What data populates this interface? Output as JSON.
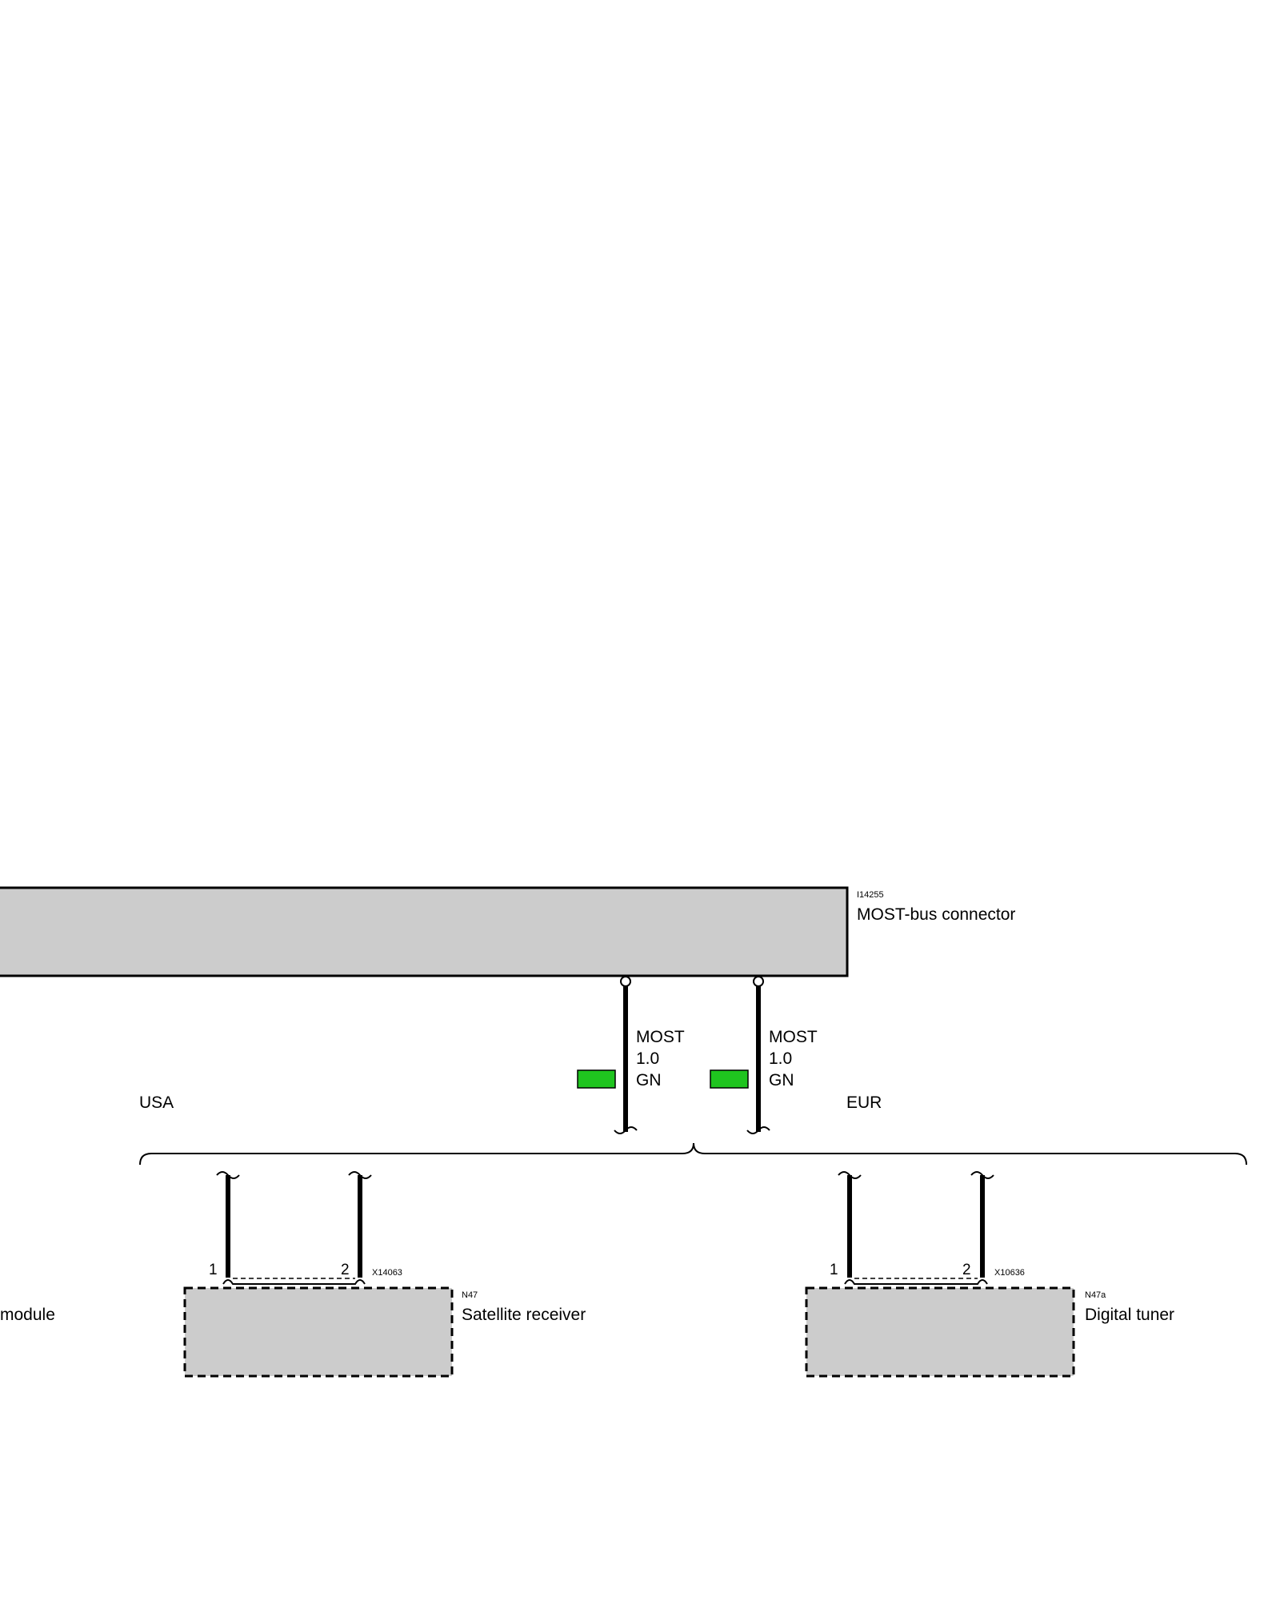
{
  "components": {
    "connector": {
      "id": "I14255",
      "name": "MOST-bus connector"
    },
    "left_module": {
      "name": "module"
    },
    "satellite": {
      "id": "N47",
      "name": "Satellite receiver",
      "plug": "X14063",
      "pin1": "1",
      "pin2": "2"
    },
    "tuner": {
      "id": "N47a",
      "name": "Digital tuner",
      "plug": "X10636",
      "pin1": "1",
      "pin2": "2"
    }
  },
  "wires": [
    {
      "label_1": "MOST",
      "label_2": "1.0",
      "label_3": "GN",
      "color": "#1fc41f"
    },
    {
      "label_1": "MOST",
      "label_2": "1.0",
      "label_3": "GN",
      "color": "#1fc41f"
    }
  ],
  "variants": {
    "left": "USA",
    "right": "EUR"
  },
  "colors": {
    "box_fill": "#cccccc",
    "wire": "#000000",
    "wire_tag": "#1fc41f"
  }
}
